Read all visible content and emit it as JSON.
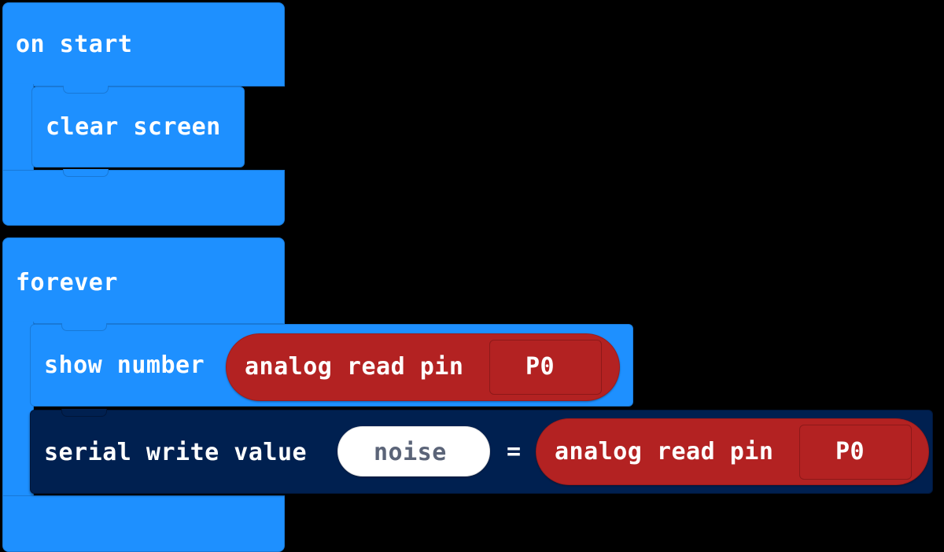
{
  "editor": {
    "name": "makecode-block-workspace",
    "background": "#000000"
  },
  "palette": {
    "blue": "#1E90FF",
    "blue_border": "#1878d6",
    "navy": "#002050",
    "navy_border": "#001538",
    "red": "#B32222",
    "red_border": "#9d1c1c",
    "field_white": "#FFFFFF",
    "field_text": "#5B6478",
    "label_text": "#FFFFFF"
  },
  "scripts": [
    {
      "id": "on-start-script",
      "hat_label": "on start",
      "body": [
        {
          "id": "clear-screen",
          "label": "clear screen",
          "kind": "statement",
          "color": "blue"
        }
      ]
    },
    {
      "id": "forever-script",
      "hat_label": "forever",
      "body": [
        {
          "id": "show-number",
          "label": "show number",
          "kind": "statement",
          "color": "blue",
          "input": {
            "id": "analog-read-pin-1",
            "label": "analog read pin",
            "kind": "reporter",
            "color": "red",
            "field_value": "P0"
          }
        },
        {
          "id": "serial-write-value",
          "label": "serial write value",
          "kind": "statement",
          "color": "navy",
          "name_field": "noise",
          "operator": "=",
          "input": {
            "id": "analog-read-pin-2",
            "label": "analog read pin",
            "kind": "reporter",
            "color": "red",
            "field_value": "P0"
          }
        }
      ]
    }
  ]
}
